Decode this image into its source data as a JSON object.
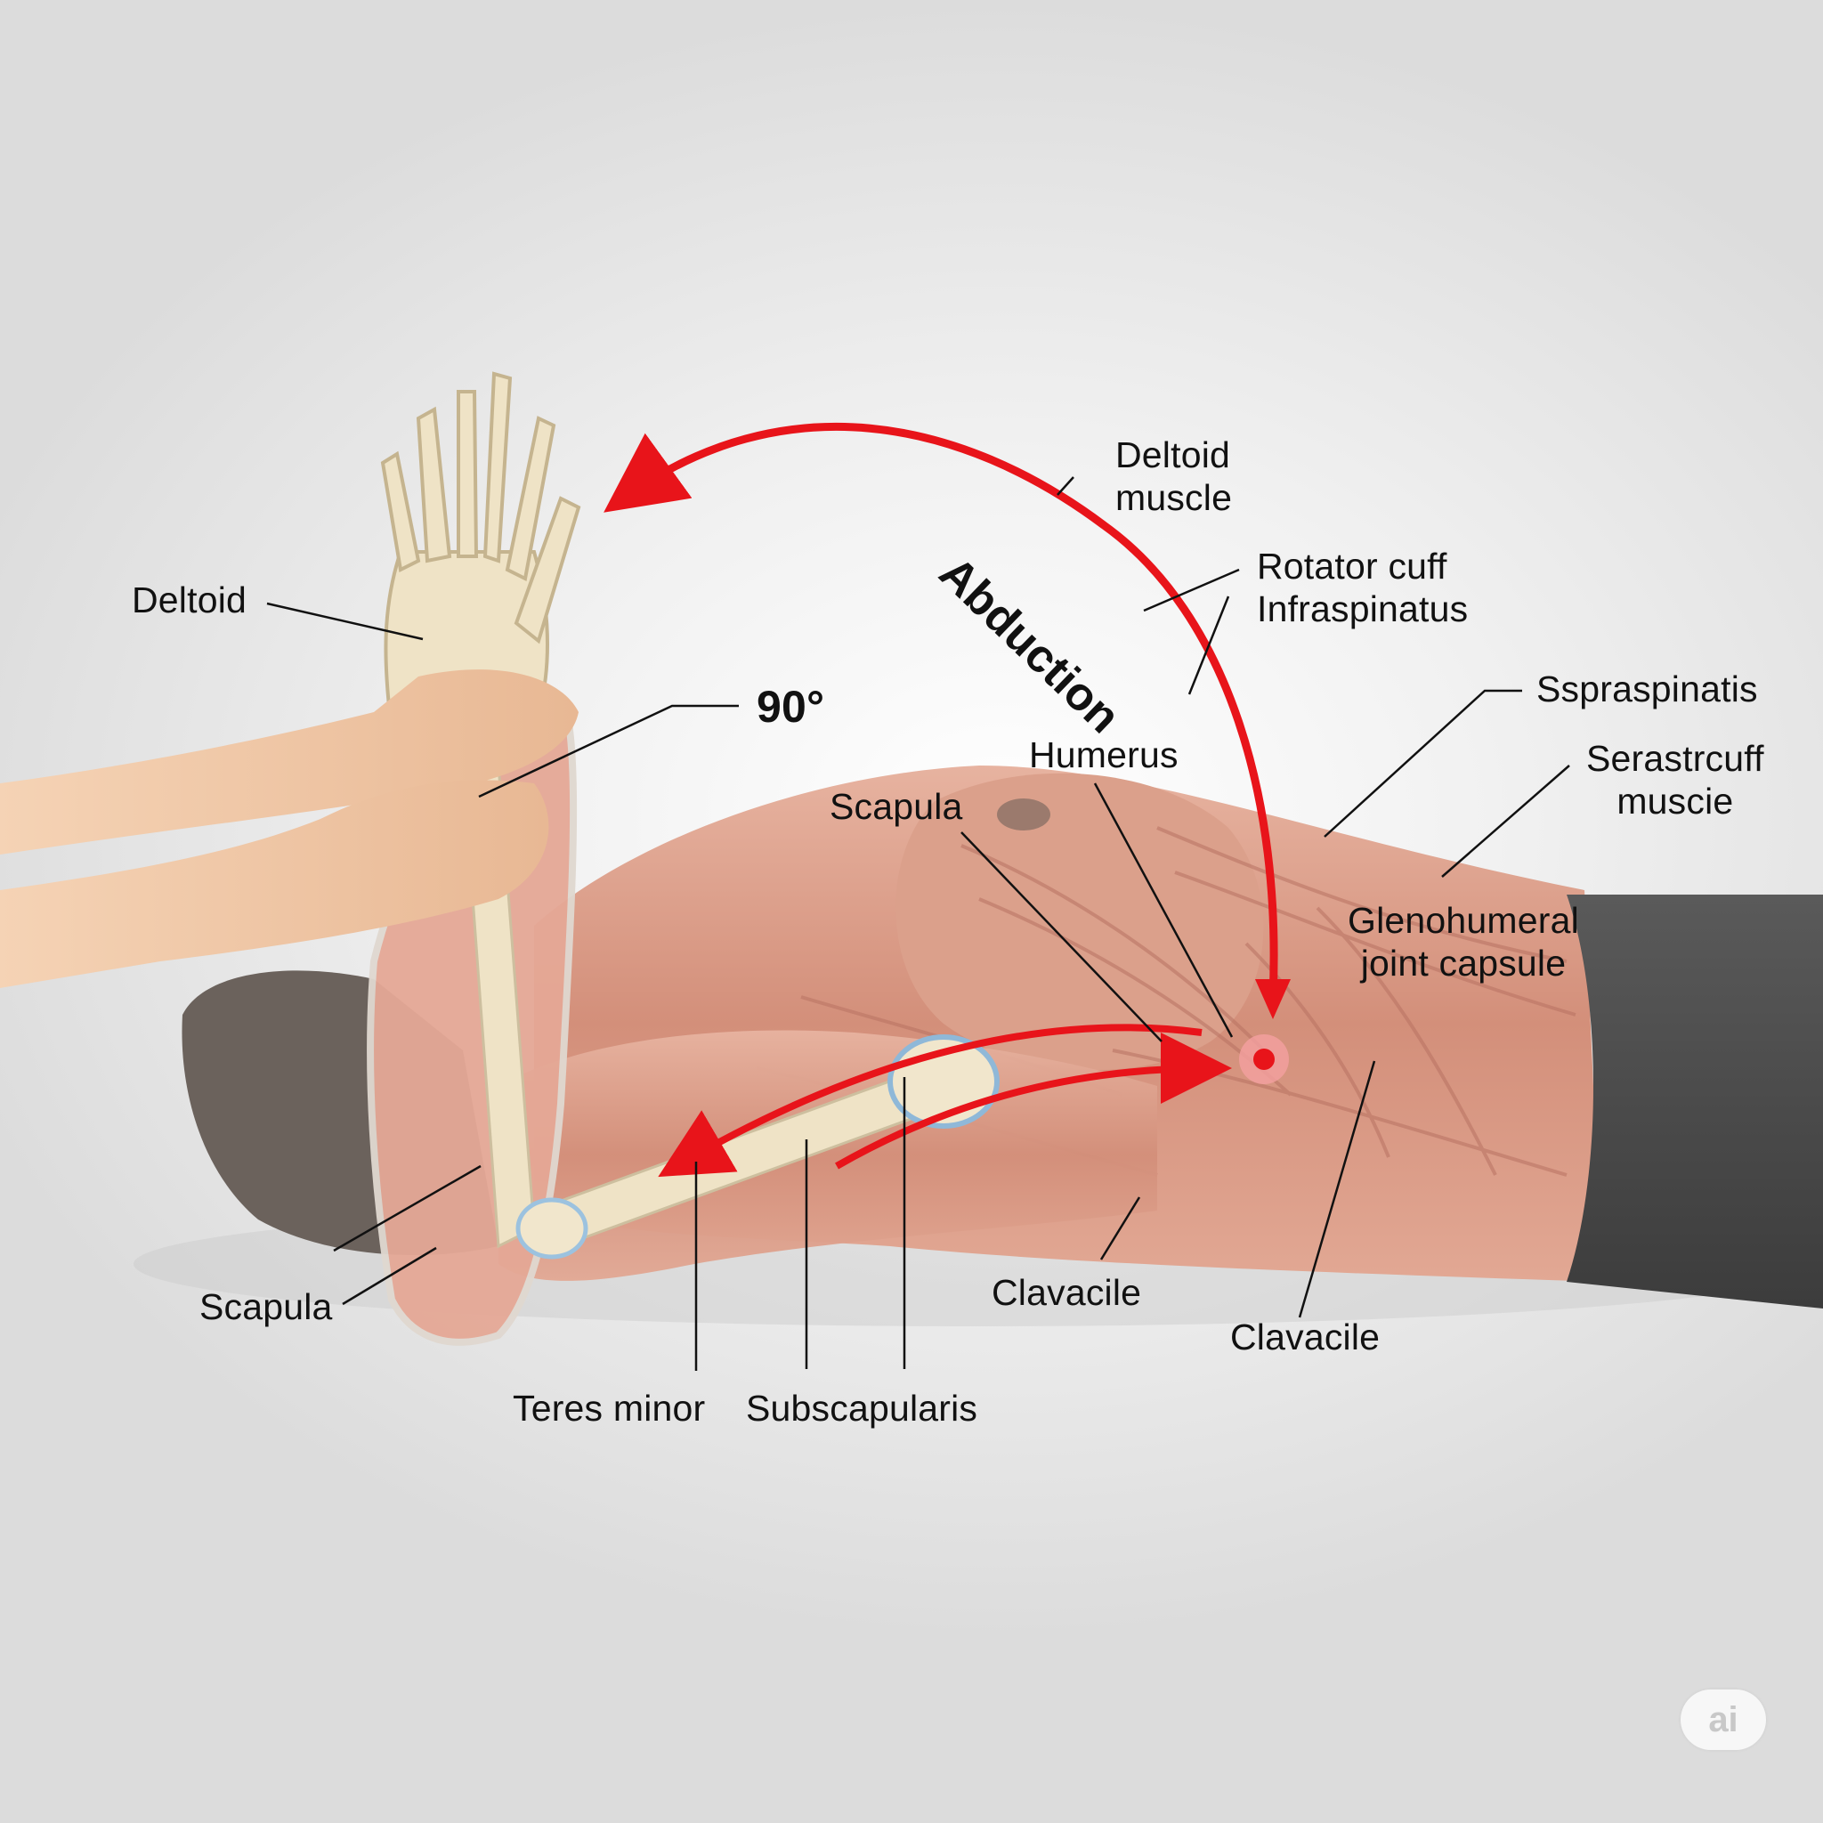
{
  "labels": {
    "deltoid_hand": "Deltoid",
    "angle": "90°",
    "deltoid_muscle": "Deltoid\nmuscle",
    "abduction": "Abduction",
    "rotator_cuff": "Rotator cuff\nInfraspinatus",
    "ssprasp": "Sspraspinatis",
    "serast": "Serastrcuff\nmuscie",
    "humerus": "Humerus",
    "scapula_top": "Scapula",
    "gleno": "Glenohumeral\njoint capsule",
    "scapula_left": "Scapula",
    "teres": "Teres minor",
    "subscap": "Subscapularis",
    "clav_1": "Clavacile",
    "clav_2": "Clavacile"
  },
  "badge": "ai",
  "colors": {
    "arrow": "#e8141a",
    "muscle": "#d99a86",
    "bone": "#efe3c6",
    "skin": "#f1c9a8",
    "cloth": "#4a4a4a",
    "hair": "#6b625c"
  }
}
